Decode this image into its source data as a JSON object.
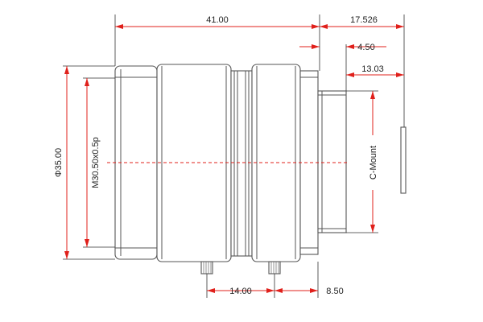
{
  "colors": {
    "dimension": "#e0201b",
    "outline": "#555555",
    "text": "#222222",
    "background": "#ffffff"
  },
  "dimensions": {
    "overall_length": "41.00",
    "back_focal_total": "17.526",
    "mount_flange": "4.50",
    "mount_thread_length": "13.03",
    "front_diameter": "Φ35.00",
    "filter_thread": "M30.50x0.5p",
    "mount_type": "C-Mount",
    "screw_spacing": "14.00",
    "screw_to_back": "8.50"
  }
}
